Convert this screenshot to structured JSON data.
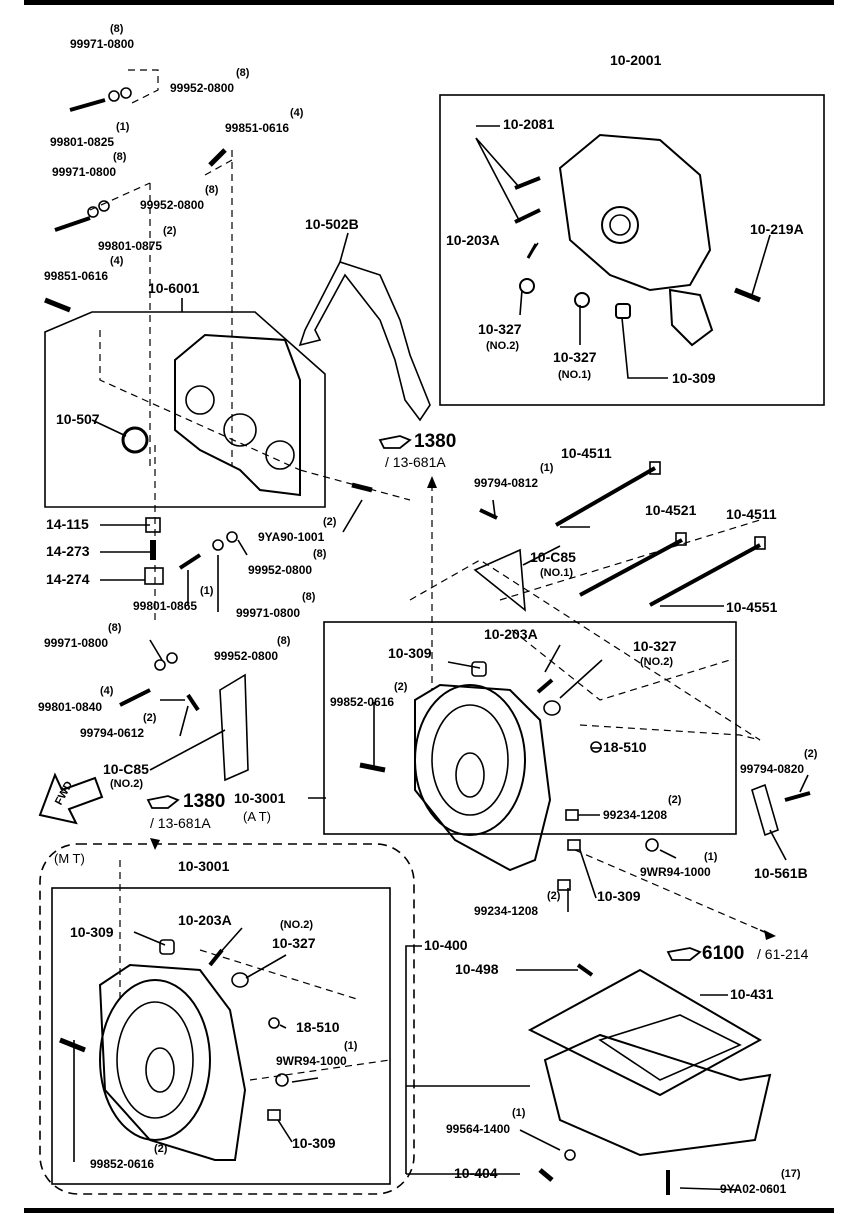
{
  "labels": {
    "q8a": "(8)",
    "p99971_0800a": "99971-0800",
    "q8b": "(8)",
    "p99952_0800a": "99952-0800",
    "q1a": "(1)",
    "p99801_0825": "99801-0825",
    "q8c": "(8)",
    "p99971_0800b": "99971-0800",
    "q8d": "(8)",
    "p99952_0800b": "99952-0800",
    "q4a": "(4)",
    "p99851_0616a": "99851-0616",
    "q2a": "(2)",
    "p99801_0875": "99801-0875",
    "q4b": "(4)",
    "p99851_0616b": "99851-0616",
    "p10_502B": "10-502B",
    "p10_6001": "10-6001",
    "p10_507": "10-507",
    "p10_2001": "10-2001",
    "p10_2081": "10-2081",
    "p10_203A_a": "10-203A",
    "p10_219A": "10-219A",
    "p10_327_a": "10-327",
    "no2_a": "(NO.2)",
    "p10_327_b": "10-327",
    "no1_a": "(NO.1)",
    "p10_309_a": "10-309",
    "ref1380_a": "1380",
    "ref13681A_a": "/ 13-681A",
    "p14_115": "14-115",
    "p14_273": "14-273",
    "p14_274": "14-274",
    "q2b": "(2)",
    "p9YA90_1001": "9YA90-1001",
    "q8e": "(8)",
    "p99952_0800c": "99952-0800",
    "q1b": "(1)",
    "p99801_0865": "99801-0865",
    "q8f": "(8)",
    "p99971_0800c": "99971-0800",
    "q1c": "(1)",
    "p99794_0812": "99794-0812",
    "p10_4511_a": "10-4511",
    "p10_C85_a": "10-C85",
    "no1_b": "(NO.1)",
    "p10_4521": "10-4521",
    "p10_4511_b": "10-4511",
    "p10_4551": "10-4551",
    "q8g": "(8)",
    "p99971_0800d": "99971-0800",
    "q8h": "(8)",
    "p99952_0800d": "99952-0800",
    "q4c": "(4)",
    "p99801_0840": "99801-0840",
    "q2c": "(2)",
    "p99794_0612": "99794-0612",
    "p10_C85_b": "10-C85",
    "no2_b": "(NO.2)",
    "p10_309_b": "10-309",
    "q2d": "(2)",
    "p99852_0616a": "99852-0616",
    "p10_203A_b": "10-203A",
    "p10_327_c": "10-327",
    "no2_c": "(NO.2)",
    "p18_510_a": "18-510",
    "q2e": "(2)",
    "p99794_0820": "99794-0820",
    "ref1380_b": "1380",
    "p10_3001_a": "10-3001",
    "ref13681A_b": "/ 13-681A",
    "at": "(A T)",
    "q2f": "(2)",
    "p99234_1208a": "99234-1208",
    "q1d": "(1)",
    "p9WR94_1000a": "9WR94-1000",
    "p10_561B": "10-561B",
    "q2g": "(2)",
    "p99234_1208b": "99234-1208",
    "p10_309_c": "10-309",
    "mt": "(M T)",
    "p10_3001_b": "10-3001",
    "p10_309_d": "10-309",
    "p10_203A_c": "10-203A",
    "no2_d": "(NO.2)",
    "p10_327_d": "10-327",
    "p18_510_b": "18-510",
    "q1e": "(1)",
    "p9WR94_1000b": "9WR94-1000",
    "p10_309_e": "10-309",
    "q2h": "(2)",
    "p99852_0616b": "99852-0616",
    "p10_400": "10-400",
    "ref6100": "6100",
    "ref61_214": "/ 61-214",
    "p10_498": "10-498",
    "p10_431": "10-431",
    "q1f": "(1)",
    "p99564_1400": "99564-1400",
    "p10_404": "10-404",
    "q17": "(17)",
    "p9YA02_0601": "9YA02-0601",
    "fwd": "FWD"
  }
}
